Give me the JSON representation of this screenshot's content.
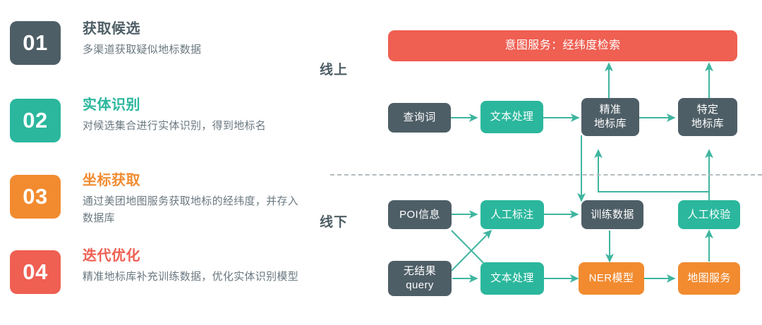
{
  "colors": {
    "slate": "#4e5e66",
    "teal": "#36b59c",
    "orange": "#f28b30",
    "red": "#ef5f52",
    "wire": "#3fb5a0",
    "body_text": "#6a7880",
    "divider": "#b5bcc0"
  },
  "steps": [
    {
      "number": "01",
      "title": "获取候选",
      "desc": "多渠道获取疑似地标数据",
      "badge_color": "#4e5e66",
      "title_color": "#4e5e66"
    },
    {
      "number": "02",
      "title": "实体识别",
      "desc": "对候选集合进行实体识别，得到地标名",
      "badge_color": "#2bb79d",
      "title_color": "#2bb79d"
    },
    {
      "number": "03",
      "title": "坐标获取",
      "desc": "通过美团地图服务获取地标的经纬度，并存入数据库",
      "badge_color": "#f28b30",
      "title_color": "#f28b30"
    },
    {
      "number": "04",
      "title": "迭代优化",
      "desc": "精准地标库补充训练数据，优化实体识别模型",
      "badge_color": "#ef5f52",
      "title_color": "#ef5f52"
    }
  ],
  "diagram": {
    "online_label": "线上",
    "offline_label": "线下",
    "banner": "意图服务：经纬度检索",
    "online_nodes": [
      {
        "id": "query",
        "label": "查询词",
        "color": "#4e5e66"
      },
      {
        "id": "text-process-online",
        "label": "文本处理",
        "color": "#2bb79d"
      },
      {
        "id": "precise-landmark-db",
        "label": "精准\n地标库",
        "color": "#4e5e66"
      },
      {
        "id": "specific-landmark-db",
        "label": "特定\n地标库",
        "color": "#4e5e66"
      }
    ],
    "offline_nodes": [
      {
        "id": "poi-info",
        "label": "POI信息",
        "color": "#4e5e66"
      },
      {
        "id": "manual-annotation",
        "label": "人工标注",
        "color": "#2bb79d"
      },
      {
        "id": "training-data",
        "label": "训练数据",
        "color": "#4e5e66"
      },
      {
        "id": "manual-verification",
        "label": "人工校验",
        "color": "#2bb79d"
      },
      {
        "id": "no-result-query",
        "label": "无结果\nquery",
        "color": "#4e5e66"
      },
      {
        "id": "text-process-offline",
        "label": "文本处理",
        "color": "#2bb79d"
      },
      {
        "id": "ner-model",
        "label": "NER模型",
        "color": "#f28b30"
      },
      {
        "id": "map-service",
        "label": "地图服务",
        "color": "#f28b30"
      }
    ]
  }
}
